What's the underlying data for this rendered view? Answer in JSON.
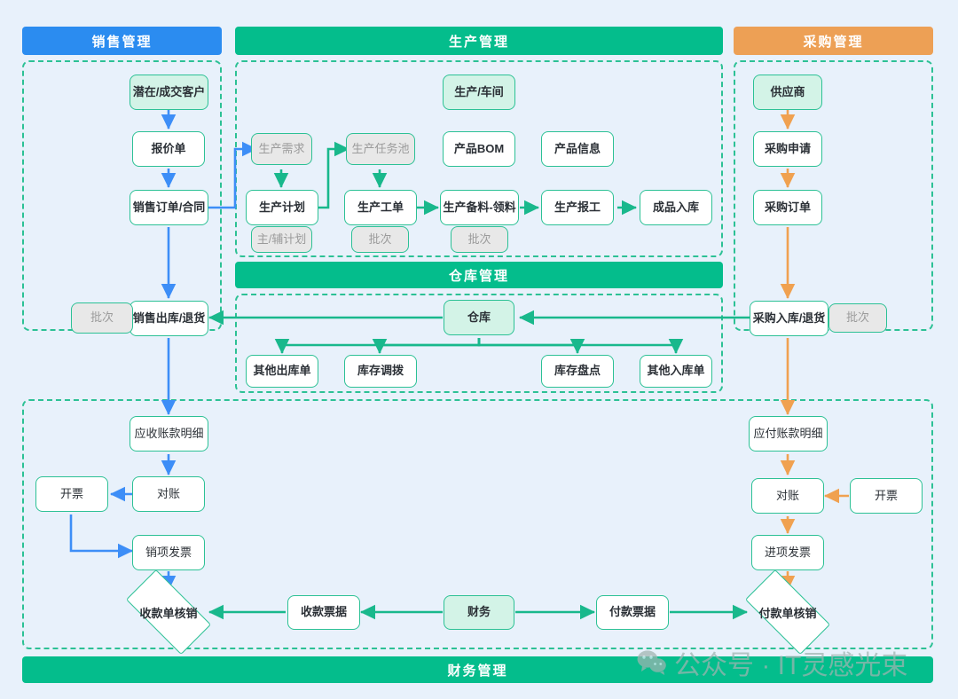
{
  "colors": {
    "sales_accent": "#2b8cf0",
    "production_accent": "#04bd8c",
    "purchase_accent": "#eda055",
    "node_border": "#2cc195",
    "mint_fill": "#d3f3e7",
    "muted_fill": "#e8e8e8",
    "canvas": "#e8f1fb"
  },
  "headers": {
    "sales": "销售管理",
    "production": "生产管理",
    "purchase": "采购管理",
    "warehouse": "仓库管理",
    "finance": "财务管理"
  },
  "sales": {
    "nodes": [
      {
        "id": "customer",
        "label": "潜在/成交客户"
      },
      {
        "id": "quote",
        "label": "报价单"
      },
      {
        "id": "order",
        "label": "销售订单/合同"
      },
      {
        "id": "out",
        "label": "销售出库/退货"
      },
      {
        "id": "batch",
        "label": "批次"
      }
    ]
  },
  "production": {
    "nodes": [
      {
        "id": "workshop",
        "label": "生产/车间"
      },
      {
        "id": "demand",
        "label": "生产需求"
      },
      {
        "id": "taskpool",
        "label": "生产任务池"
      },
      {
        "id": "bom",
        "label": "产品BOM"
      },
      {
        "id": "prodinfo",
        "label": "产品信息"
      },
      {
        "id": "plan",
        "label": "生产计划"
      },
      {
        "id": "workorder",
        "label": "生产工单"
      },
      {
        "id": "material",
        "label": "生产备料-领料"
      },
      {
        "id": "report",
        "label": "生产报工"
      },
      {
        "id": "finished",
        "label": "成品入库"
      },
      {
        "id": "planType",
        "label": "主/辅计划"
      },
      {
        "id": "woBatch",
        "label": "批次"
      },
      {
        "id": "matBatch",
        "label": "批次"
      }
    ]
  },
  "purchase": {
    "nodes": [
      {
        "id": "supplier",
        "label": "供应商"
      },
      {
        "id": "request",
        "label": "采购申请"
      },
      {
        "id": "po",
        "label": "采购订单"
      },
      {
        "id": "inbound",
        "label": "采购入库/退货"
      },
      {
        "id": "batch",
        "label": "批次"
      }
    ]
  },
  "warehouse": {
    "nodes": [
      {
        "id": "wh",
        "label": "仓库"
      },
      {
        "id": "otherOut",
        "label": "其他出库单"
      },
      {
        "id": "transfer",
        "label": "库存调拨"
      },
      {
        "id": "stocktake",
        "label": "库存盘点"
      },
      {
        "id": "otherIn",
        "label": "其他入库单"
      }
    ]
  },
  "finance": {
    "nodes": [
      {
        "id": "ar",
        "label": "应收账款明细"
      },
      {
        "id": "arRecon",
        "label": "对账"
      },
      {
        "id": "arInvoice",
        "label": "开票"
      },
      {
        "id": "outInv",
        "label": "销项发票"
      },
      {
        "id": "arWriteoff",
        "label": "收款单核销"
      },
      {
        "id": "recvBill",
        "label": "收款票据"
      },
      {
        "id": "fin",
        "label": "财务"
      },
      {
        "id": "payBill",
        "label": "付款票据"
      },
      {
        "id": "apWriteoff",
        "label": "付款单核销"
      },
      {
        "id": "inInv",
        "label": "进项发票"
      },
      {
        "id": "apRecon",
        "label": "对账"
      },
      {
        "id": "apInvoice",
        "label": "开票"
      },
      {
        "id": "ap",
        "label": "应付账款明细"
      }
    ]
  },
  "watermark": {
    "text": "公众号 · IT灵感光束",
    "icon": "wechat-icon"
  }
}
